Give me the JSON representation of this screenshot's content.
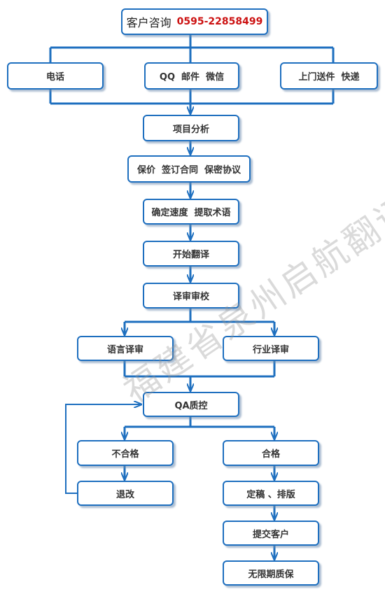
{
  "nodes": {
    "consult": "客户咨询",
    "phone_number": "0595-22858499",
    "telephone": "电话",
    "qq_mail_wechat": "QQ  邮件  微信",
    "visit_courier": "上门送件  快递",
    "project_analysis": "项目分析",
    "quote_contract": "保价  签订合同  保密协议",
    "speed_terms": "确定速度  提取术语",
    "start_translation": "开始翻译",
    "review_proofread": "译审审校",
    "language_review": "语言译审",
    "industry_review": "行业译审",
    "qa_control": "QA质控",
    "unqualified": "不合格",
    "qualified": "合格",
    "revise": "退改",
    "finalize_layout": "定稿 、排版",
    "submit_client": "提交客户",
    "warranty": "无限期质保"
  },
  "watermark": "福建省泉州启航翻译有限公司",
  "colors": {
    "line": "#1e6fbf",
    "border": "#1e6fbf",
    "phone": "#cc1111"
  }
}
